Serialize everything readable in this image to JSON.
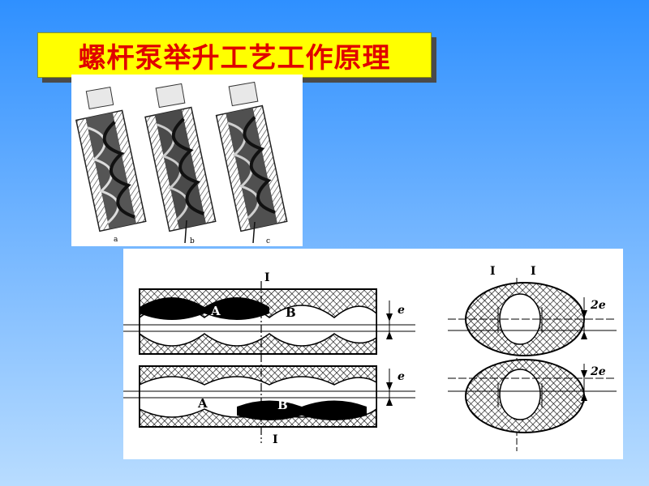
{
  "slide": {
    "title": "螺杆泵举升工艺工作原理",
    "colors": {
      "title_bg": "#ffff00",
      "title_text": "#e00000",
      "background_top": "#2f90ff",
      "background_bottom": "#b8dcff"
    }
  },
  "photo": {
    "labels": [
      "a",
      "b",
      "c"
    ]
  },
  "diagram": {
    "section_marker": "I",
    "cavity_labels": {
      "a": "A",
      "b": "B"
    },
    "eccentricity_label": "e",
    "cross_section_label": "2e"
  }
}
